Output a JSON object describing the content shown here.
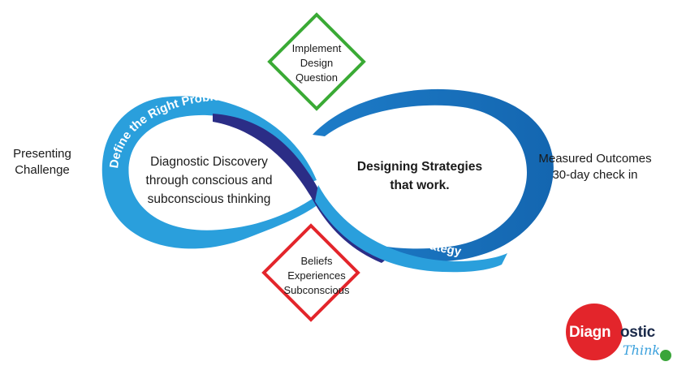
{
  "loop": {
    "path_top_label": "Define the Right Problem",
    "path_bottom_label": "Design the Right Strategy",
    "left_lobe_lines": [
      "Diagnostic Discovery",
      "through conscious and",
      "subconscious thinking"
    ],
    "right_lobe_lines": [
      "Designing Strategies",
      "that work."
    ]
  },
  "side_labels": {
    "left_lines": [
      "Presenting",
      "Challenge"
    ],
    "right_lines": [
      "Measured Outcomes",
      "30-day check in"
    ]
  },
  "diamonds": {
    "top": {
      "lines": [
        "Implement",
        "Design",
        "Question"
      ],
      "border_color": "#3aaa35"
    },
    "bottom": {
      "lines": [
        "Beliefs",
        "Experiences",
        "Subconscious"
      ],
      "border_color": "#e3252b"
    }
  },
  "logo": {
    "word_part_a": "Diagn",
    "word_part_b": "ostic",
    "script": "Think"
  },
  "colors": {
    "loop_light_blue": "#2a9fdc",
    "loop_mid_blue": "#1b78c4",
    "loop_dark_navy": "#2b2d86",
    "logo_red": "#e3252b",
    "logo_navy": "#1b2a4a"
  }
}
